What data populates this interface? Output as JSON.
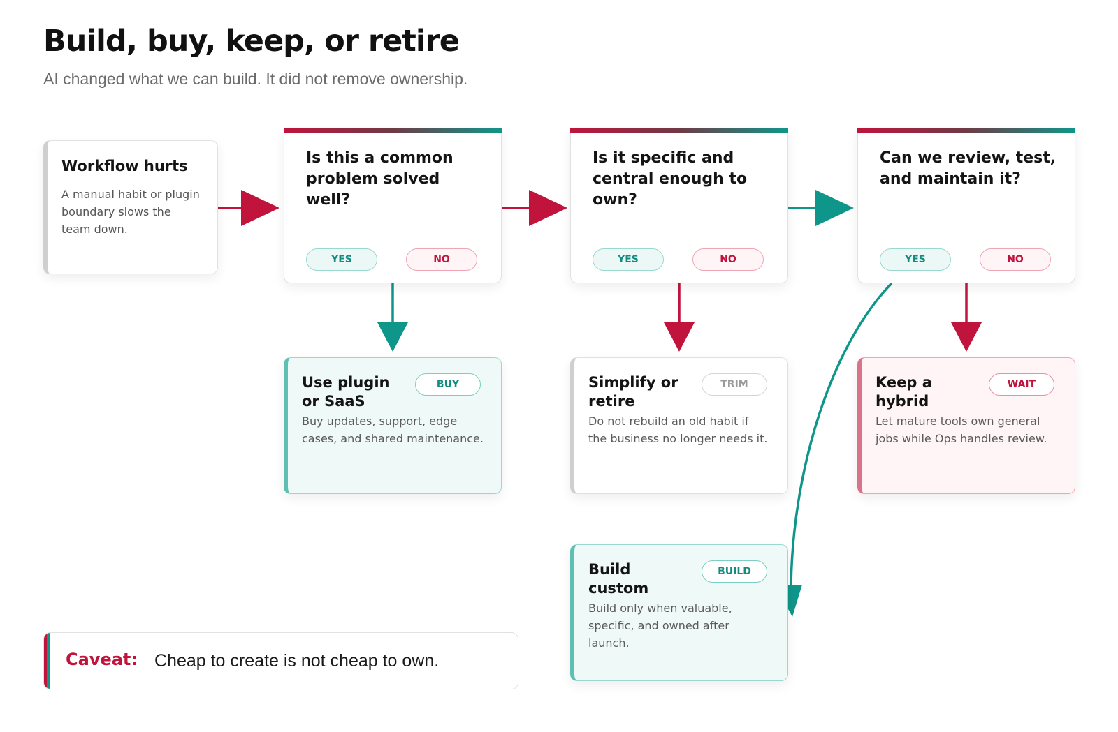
{
  "header": {
    "title": "Build, buy, keep, or retire",
    "subtitle": "AI changed what we can build. It did not remove ownership."
  },
  "start": {
    "title": "Workflow hurts",
    "text": "A manual habit or plugin boundary slows the team down."
  },
  "questions": [
    {
      "title": "Is this a common problem solved well?",
      "yes": "YES",
      "no": "NO"
    },
    {
      "title": "Is it specific and central enough to own?",
      "yes": "YES",
      "no": "NO"
    },
    {
      "title": "Can we review, test, and maintain it?",
      "yes": "YES",
      "no": "NO"
    }
  ],
  "outcomes": [
    {
      "title": "Use plugin or SaaS",
      "tag": "BUY",
      "text": "Buy updates, support, edge cases, and shared maintenance."
    },
    {
      "title": "Simplify or retire",
      "tag": "TRIM",
      "text": "Do not rebuild an old habit if the business no longer needs it."
    },
    {
      "title": "Keep a hybrid",
      "tag": "WAIT",
      "text": "Let mature tools own general jobs while Ops handles review."
    },
    {
      "title": "Build custom",
      "tag": "BUILD",
      "text": "Build only when valuable, specific, and owned after launch."
    }
  ],
  "caveat": {
    "label": "Caveat:",
    "text": "Cheap to create is not cheap to own."
  },
  "colors": {
    "crimson": "#c0143d",
    "teal": "#0f968a",
    "light_teal": "#eff9f7",
    "light_pink": "#fff5f7"
  }
}
